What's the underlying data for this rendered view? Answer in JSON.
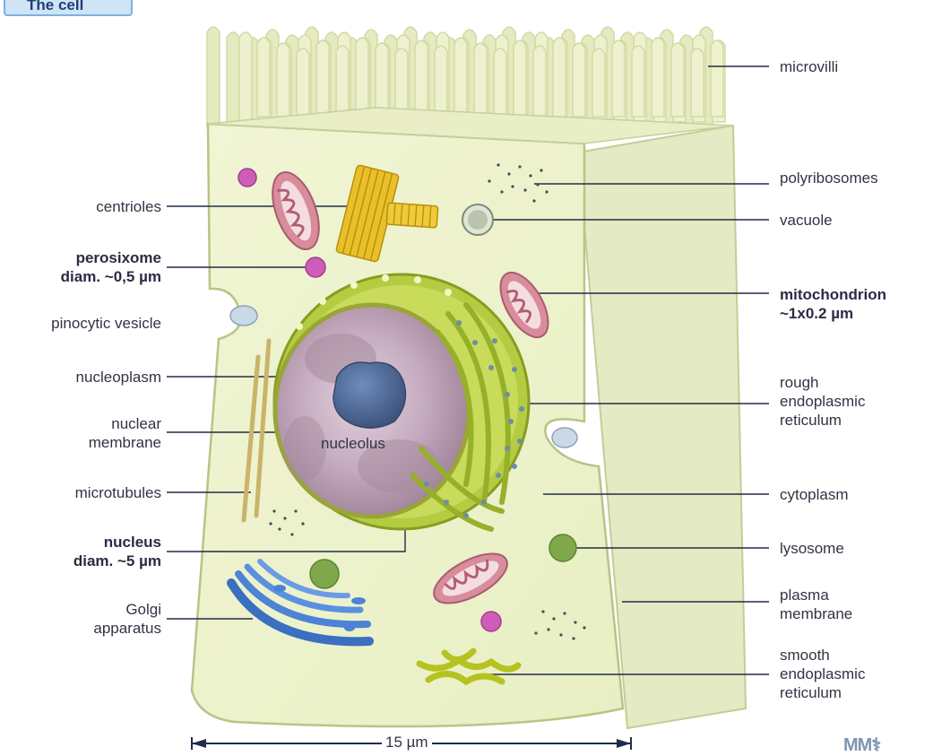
{
  "title": "The cell",
  "labels": {
    "microvilli": "microvilli",
    "polyribosomes": "polyribosomes",
    "vacuole": "vacuole",
    "mitochondrion": [
      "mitochondrion",
      "~1x0.2 µm"
    ],
    "rough_er": [
      "rough",
      "endoplasmic",
      "reticulum"
    ],
    "cytoplasm": "cytoplasm",
    "lysosome": "lysosome",
    "plasma_membrane": [
      "plasma",
      "membrane"
    ],
    "smooth_er": [
      "smooth",
      "endoplasmic",
      "reticulum"
    ],
    "centrioles": "centrioles",
    "peroxisome": [
      "perosixome",
      "diam. ~0,5 µm"
    ],
    "pinocytic_vesicle": "pinocytic vesicle",
    "nucleoplasm": "nucleoplasm",
    "nuclear_membrane": [
      "nuclear",
      "membrane"
    ],
    "microtubules": "microtubules",
    "nucleus": [
      "nucleus",
      "diam. ~5 µm"
    ],
    "golgi": [
      "Golgi",
      "apparatus"
    ],
    "nucleolus": "nucleolus"
  },
  "scale_bar": "15 µm",
  "logo": "MM⚕",
  "colors": {
    "cell_face": "#eef3cf",
    "cell_side": "#e3e9c0",
    "membrane": "#b9c68a",
    "nucleus_envelope": "#a9c43a",
    "nucleoplasm": "#c9b3c2",
    "nucleolus": "#4f6b98",
    "mitochondrion": "#d9909e",
    "golgi": "#3b6fc1",
    "smooth_er": "#b9c32a",
    "peroxisome": "#cf5cb8",
    "lysosome": "#7ea84a",
    "leader_line": "#1f2d4a"
  }
}
